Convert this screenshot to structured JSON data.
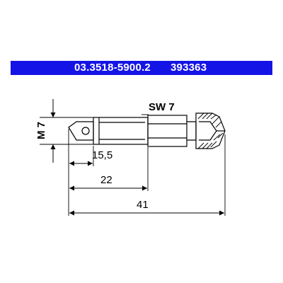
{
  "header": {
    "part_number": "03.3518-5900.2",
    "reference_number": "393363",
    "bar_color": "#1414e6"
  },
  "drawing": {
    "wrench_size_label": "SW 7",
    "thread_label": "M 7",
    "dim_thread_length": "15,5",
    "dim_body_length": "22",
    "dim_total_length": "41"
  }
}
